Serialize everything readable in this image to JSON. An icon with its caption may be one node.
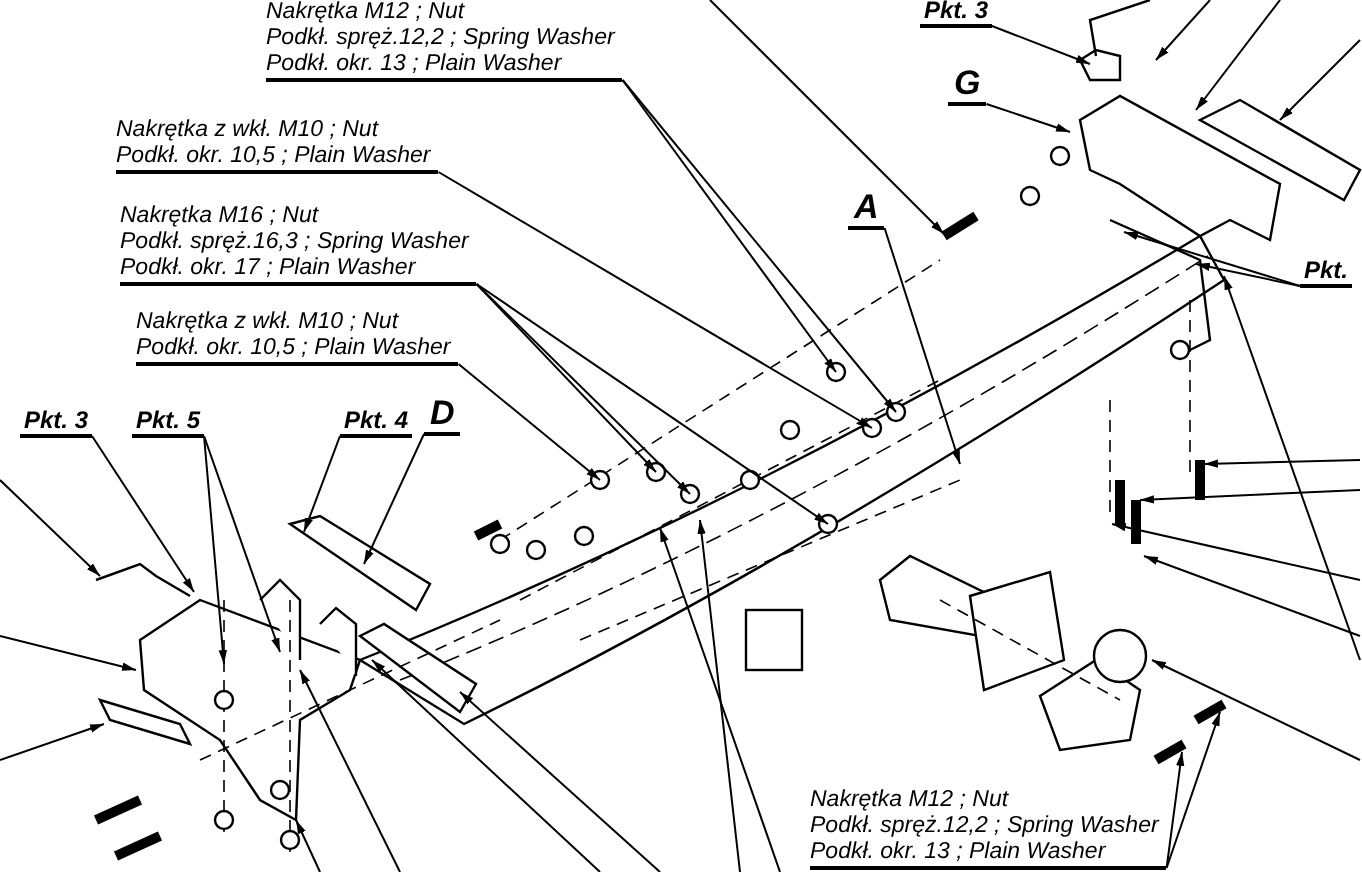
{
  "diagram": {
    "nodes": [
      {
        "text": [
          "Nakrętka  M12 ; Nut",
          "Podkł. spręż.12,2 ; Spring Washer",
          "Podkł. okr. 13 ; Plain Washer"
        ]
      },
      {
        "text": [
          "Nakrętka  z wkł. M10 ; Nut",
          "Podkł. okr. 10,5 ; Plain Washer"
        ]
      },
      {
        "text": [
          "Nakrętka  M16 ; Nut",
          "Podkł. spręż.16,3 ; Spring Washer",
          "Podkł. okr. 17 ; Plain Washer"
        ]
      },
      {
        "text": [
          "Nakrętka  z wkł. M10 ; Nut",
          "Podkł. okr. 10,5 ; Plain Washer"
        ]
      },
      {
        "text": [
          "Pkt. 3"
        ]
      },
      {
        "text": [
          "G"
        ]
      },
      {
        "text": [
          "A"
        ]
      },
      {
        "text": [
          "Pkt."
        ]
      },
      {
        "text": [
          "Pkt. 3"
        ]
      },
      {
        "text": [
          "Pkt. 5"
        ]
      },
      {
        "text": [
          "Pkt. 4"
        ]
      },
      {
        "text": [
          "D"
        ]
      },
      {
        "text": [
          "Nakrętka  M12 ; Nut",
          "Podkł. spręż.12,2 ; Spring Washer",
          "Podkł. okr. 13 ; Plain Washer"
        ]
      }
    ],
    "edges": [
      {
        "from": 0,
        "to": null,
        "arrow": "to"
      },
      {
        "from": 0,
        "to": null,
        "arrow": "to"
      },
      {
        "from": 1,
        "to": null,
        "arrow": "to"
      },
      {
        "from": 2,
        "to": null,
        "arrow": "to"
      },
      {
        "from": 2,
        "to": null,
        "arrow": "to"
      },
      {
        "from": 2,
        "to": null,
        "arrow": "to"
      },
      {
        "from": 3,
        "to": null,
        "arrow": "to"
      },
      {
        "from": 4,
        "to": null,
        "arrow": "to"
      },
      {
        "from": 5,
        "to": null,
        "arrow": "to"
      },
      {
        "from": 6,
        "to": null,
        "arrow": "to"
      },
      {
        "from": 7,
        "to": null,
        "arrow": "to"
      },
      {
        "from": 7,
        "to": null,
        "arrow": "to"
      },
      {
        "from": 8,
        "to": null,
        "arrow": "to"
      },
      {
        "from": 9,
        "to": null,
        "arrow": "to"
      },
      {
        "from": 9,
        "to": null,
        "arrow": "to"
      },
      {
        "from": 10,
        "to": null,
        "arrow": "to"
      },
      {
        "from": 11,
        "to": null,
        "arrow": "to"
      },
      {
        "from": 12,
        "to": null,
        "arrow": "to"
      },
      {
        "from": 12,
        "to": null,
        "arrow": "to"
      }
    ]
  }
}
